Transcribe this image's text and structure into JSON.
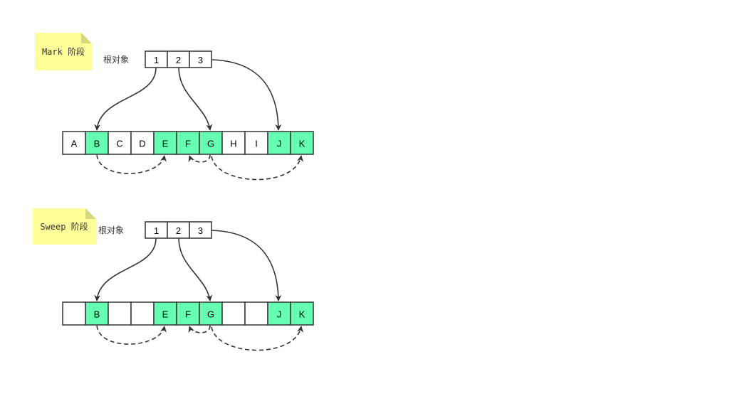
{
  "colors": {
    "live": "#66ffb2",
    "empty": "#ffffff",
    "stroke": "#333333",
    "note": "#ffff99",
    "note_fold": "#d6d67a"
  },
  "stages": [
    {
      "note": "Mark 阶段",
      "root_label": "根对象",
      "roots": [
        "1",
        "2",
        "3"
      ],
      "heap": [
        {
          "label": "A",
          "live": false
        },
        {
          "label": "B",
          "live": true
        },
        {
          "label": "C",
          "live": false
        },
        {
          "label": "D",
          "live": false
        },
        {
          "label": "E",
          "live": true
        },
        {
          "label": "F",
          "live": true
        },
        {
          "label": "G",
          "live": true
        },
        {
          "label": "H",
          "live": false
        },
        {
          "label": "I",
          "live": false
        },
        {
          "label": "J",
          "live": true
        },
        {
          "label": "K",
          "live": true
        }
      ]
    },
    {
      "note": "Sweep 阶段",
      "root_label": "根对象",
      "roots": [
        "1",
        "2",
        "3"
      ],
      "heap": [
        {
          "label": "",
          "live": false
        },
        {
          "label": "B",
          "live": true
        },
        {
          "label": "",
          "live": false
        },
        {
          "label": "",
          "live": false
        },
        {
          "label": "E",
          "live": true
        },
        {
          "label": "F",
          "live": true
        },
        {
          "label": "G",
          "live": true
        },
        {
          "label": "",
          "live": false
        },
        {
          "label": "",
          "live": false
        },
        {
          "label": "J",
          "live": true
        },
        {
          "label": "K",
          "live": true
        }
      ]
    }
  ]
}
